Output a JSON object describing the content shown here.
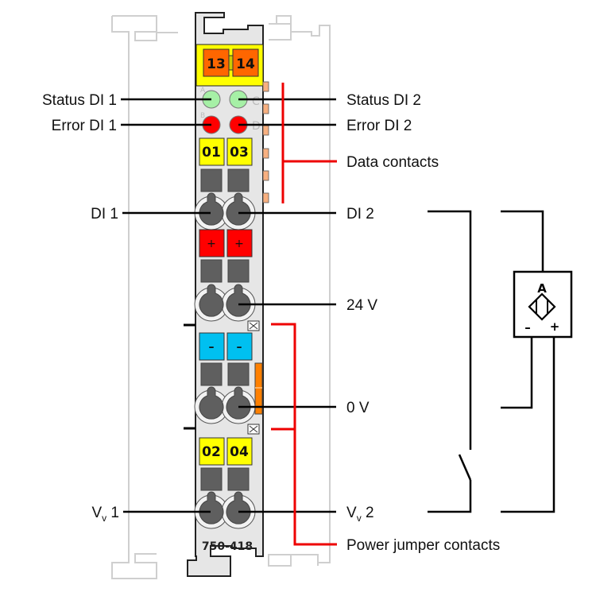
{
  "module": {
    "part_number": "750-418",
    "top_markers": [
      "13",
      "14"
    ],
    "row1_markers": [
      "01",
      "03"
    ],
    "power_plus_markers": [
      "+",
      "+"
    ],
    "power_minus_markers": [
      "–",
      "–"
    ],
    "row2_markers": [
      "02",
      "04"
    ],
    "led_letters": [
      "A",
      "B",
      "C",
      "D"
    ]
  },
  "labels": {
    "left": {
      "status_di1": "Status DI 1",
      "error_di1": "Error DI 1",
      "di1": "DI 1",
      "vv1_main": "V",
      "vv1_sub": "v",
      "vv1_suffix": " 1"
    },
    "right": {
      "status_di2": "Status DI 2",
      "error_di2": "Error DI 2",
      "data_contacts": "Data contacts",
      "di2": "DI 2",
      "v24": "24 V",
      "v0": "0 V",
      "vv2_main": "V",
      "vv2_sub": "v",
      "vv2_suffix": " 2",
      "power_jumper_contacts": "Power jumper contacts"
    }
  },
  "sensor": {
    "letter": "A",
    "minus": "–",
    "plus": "+"
  },
  "colors": {
    "led_green": "#a6f0a6",
    "led_red": "#ff0000",
    "marker_yellow": "#ffff00",
    "marker_orange": "#ff6600",
    "marker_red": "#ff0000",
    "marker_blue": "#00c0f0",
    "housing": "#e6e6e6",
    "callout_red": "#ee0000",
    "contact_orange": "#f8b080"
  }
}
